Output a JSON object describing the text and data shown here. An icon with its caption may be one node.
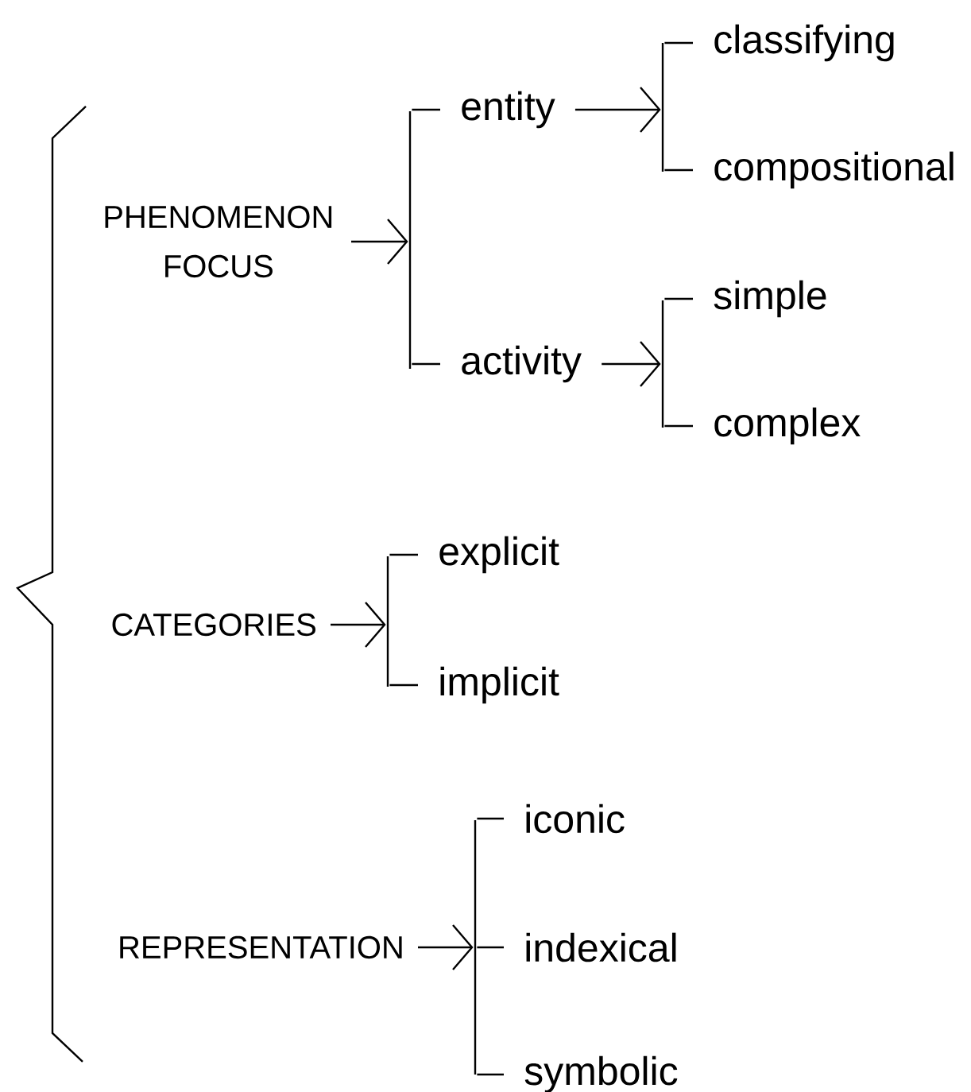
{
  "diagram": {
    "nodes": [
      {
        "text": [
          "PHENOMENON FOCUS"
        ]
      },
      {
        "text": [],
        "shape": "bar"
      },
      {
        "text": [
          "entity"
        ]
      },
      {
        "text": [],
        "shape": "bar"
      },
      {
        "text": [
          "classifying"
        ]
      },
      {
        "text": [
          "compositional"
        ]
      },
      {
        "text": [
          "activity"
        ]
      },
      {
        "text": [],
        "shape": "bar"
      },
      {
        "text": [
          "simple"
        ]
      },
      {
        "text": [
          "complex"
        ]
      },
      {
        "text": [
          "CATEGORIES"
        ]
      },
      {
        "text": [],
        "shape": "bar"
      },
      {
        "text": [
          "explicit"
        ]
      },
      {
        "text": [
          "implicit"
        ]
      },
      {
        "text": [
          "REPRESENTATION"
        ]
      },
      {
        "text": [],
        "shape": "bar"
      },
      {
        "text": [
          "iconic"
        ]
      },
      {
        "text": [
          "indexical"
        ]
      },
      {
        "text": [
          "symbolic"
        ]
      }
    ],
    "edges": [
      {
        "from": 0,
        "to": 1,
        "arrow": "to"
      },
      {
        "from": 1,
        "to": 2,
        "arrow": "none"
      },
      {
        "from": 1,
        "to": 6,
        "arrow": "none"
      },
      {
        "from": 2,
        "to": 3,
        "arrow": "to"
      },
      {
        "from": 3,
        "to": 4,
        "arrow": "none"
      },
      {
        "from": 3,
        "to": 5,
        "arrow": "none"
      },
      {
        "from": 6,
        "to": 7,
        "arrow": "to"
      },
      {
        "from": 7,
        "to": 8,
        "arrow": "none"
      },
      {
        "from": 7,
        "to": 9,
        "arrow": "none"
      },
      {
        "from": 10,
        "to": 11,
        "arrow": "to"
      },
      {
        "from": 11,
        "to": 12,
        "arrow": "none"
      },
      {
        "from": 11,
        "to": 13,
        "arrow": "none"
      },
      {
        "from": 14,
        "to": 15,
        "arrow": "to"
      },
      {
        "from": 15,
        "to": 16,
        "arrow": "none"
      },
      {
        "from": 15,
        "to": 17,
        "arrow": "none"
      },
      {
        "from": 15,
        "to": 18,
        "arrow": "none"
      }
    ]
  }
}
